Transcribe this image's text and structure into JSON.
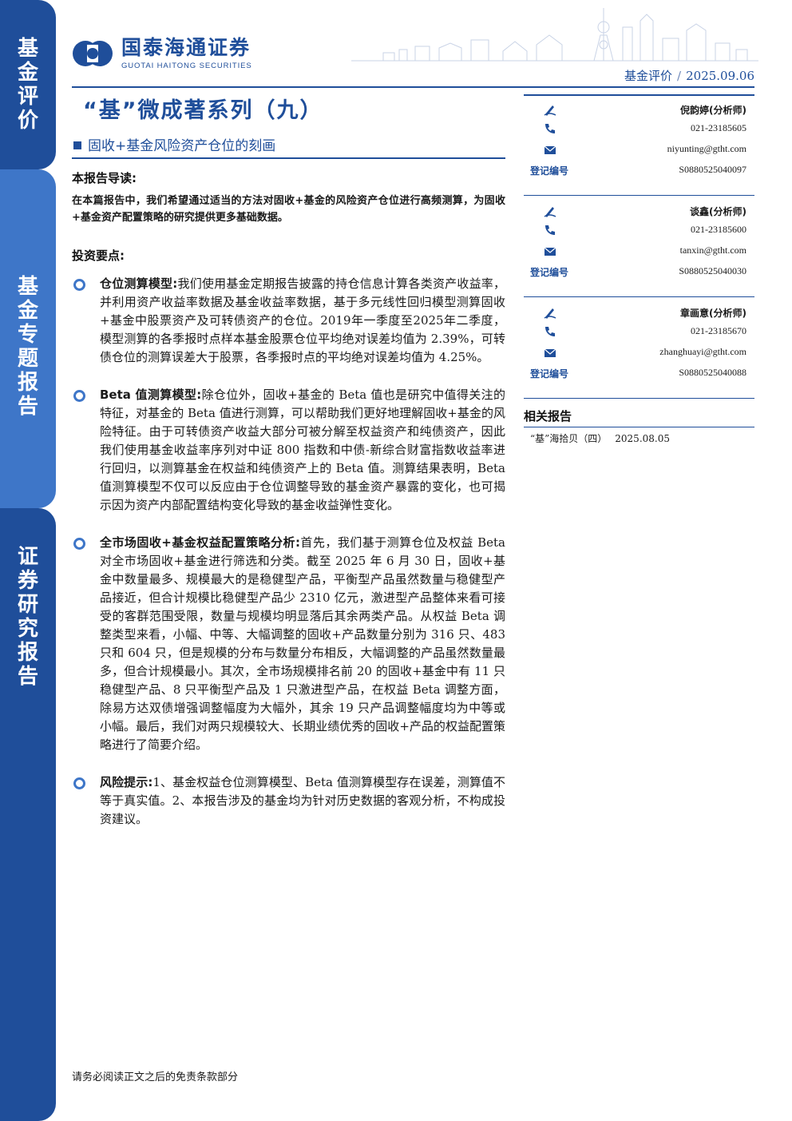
{
  "sidebar": {
    "tab1": [
      "基",
      "金",
      "评",
      "价"
    ],
    "tab2": [
      "基",
      "金",
      "专",
      "题",
      "报",
      "告"
    ],
    "tab3": [
      "证",
      "券",
      "研",
      "究",
      "报",
      "告"
    ]
  },
  "header": {
    "company_cn": "国泰海通证券",
    "company_en": "GUOTAI HAITONG SECURITIES",
    "category": "基金评价",
    "separator": "/",
    "date": "2025.09.06"
  },
  "title": "“基”微成著系列（九）",
  "subtitle": "固收+基金风险资产仓位的刻画",
  "guide": {
    "heading": "本报告导读:",
    "text": "在本篇报告中，我们希望通过适当的方法对固收+基金的风险资产仓位进行高频测算，为固收+基金资产配置策略的研究提供更多基础数据。"
  },
  "points": {
    "heading": "投资要点:",
    "items": [
      {
        "lead": "仓位测算模型:",
        "text": "我们使用基金定期报告披露的持仓信息计算各类资产收益率，并利用资产收益率数据及基金收益率数据，基于多元线性回归模型测算固收+基金中股票资产及可转债资产的仓位。2019年一季度至2025年二季度，模型测算的各季报时点样本基金股票仓位平均绝对误差均值为 2.39%，可转债仓位的测算误差大于股票，各季报时点的平均绝对误差均值为 4.25%。"
      },
      {
        "lead": "Beta 值测算模型:",
        "text": "除仓位外，固收+基金的 Beta 值也是研究中值得关注的特征，对基金的 Beta 值进行测算，可以帮助我们更好地理解固收+基金的风险特征。由于可转债资产收益大部分可被分解至权益资产和纯债资产，因此我们使用基金收益率序列对中证 800 指数和中债-新综合财富指数收益率进行回归，以测算基金在权益和纯债资产上的 Beta 值。测算结果表明，Beta 值测算模型不仅可以反应由于仓位调整导致的基金资产暴露的变化，也可揭示因为资产内部配置结构变化导致的基金收益弹性变化。"
      },
      {
        "lead": "全市场固收+基金权益配置策略分析:",
        "text": "首先，我们基于测算仓位及权益 Beta 对全市场固收+基金进行筛选和分类。截至 2025 年 6 月 30 日，固收+基金中数量最多、规模最大的是稳健型产品，平衡型产品虽然数量与稳健型产品接近，但合计规模比稳健型产品少 2310 亿元，激进型产品整体来看可接受的客群范围受限，数量与规模均明显落后其余两类产品。从权益 Beta 调整类型来看，小幅、中等、大幅调整的固收+产品数量分别为 316 只、483 只和 604 只，但是规模的分布与数量分布相反，大幅调整的产品虽然数量最多，但合计规模最小。其次，全市场规模排名前 20 的固收+基金中有 11 只稳健型产品、8 只平衡型产品及 1 只激进型产品，在权益 Beta 调整方面，除易方达双债增强调整幅度为大幅外，其余 19 只产品调整幅度均为中等或小幅。最后，我们对两只规模较大、长期业绩优秀的固收+产品的权益配置策略进行了简要介绍。"
      },
      {
        "lead": "风险提示:",
        "text": "1、基金权益仓位测算模型、Beta 值测算模型存在误差，测算值不等于真实值。2、本报告涉及的基金均为针对历史数据的客观分析，不构成投资建议。"
      }
    ]
  },
  "analysts": [
    {
      "name": "倪韵婷(分析师)",
      "phone": "021-23185605",
      "email": "niyunting@gtht.com",
      "reg_label": "登记编号",
      "reg": "S0880525040097"
    },
    {
      "name": "谈鑫(分析师)",
      "phone": "021-23185600",
      "email": "tanxin@gtht.com",
      "reg_label": "登记编号",
      "reg": "S0880525040030"
    },
    {
      "name": "章画意(分析师)",
      "phone": "021-23185670",
      "email": "zhanghuayi@gtht.com",
      "reg_label": "登记编号",
      "reg": "S0880525040088"
    }
  ],
  "related": {
    "heading": "相关报告",
    "items": [
      {
        "title": "“基”海拾贝（四）",
        "date": "2025.08.05"
      }
    ]
  },
  "footer": "请务必阅读正文之后的免责条款部分",
  "colors": {
    "primary": "#1f4e9a",
    "accent": "#3e76c8"
  }
}
